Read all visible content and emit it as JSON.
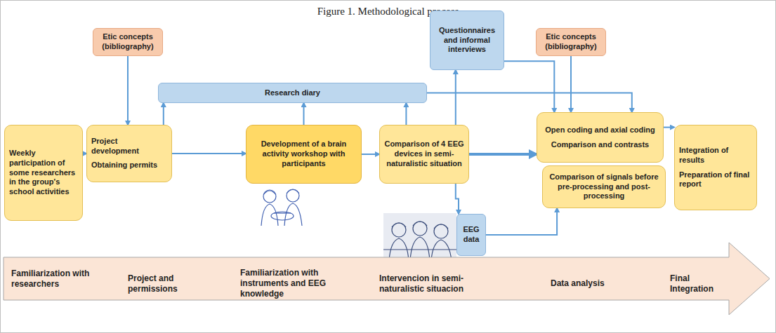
{
  "diagram": {
    "title": "Figure 1. Methodological process",
    "nodes": [
      {
        "text": [
          "Weekly participation of some researchers in the group's school activities"
        ]
      },
      {
        "text": [
          "Etic concepts (bibliography)"
        ]
      },
      {
        "text": [
          "Project development",
          "Obtaining permits"
        ]
      },
      {
        "text": [
          "Research diary"
        ]
      },
      {
        "text": [
          "Questionnaires and informal interviews"
        ]
      },
      {
        "text": [
          "Development of a brain activity workshop with participants"
        ]
      },
      {
        "text": [
          "Comparison of 4 EEG devices in semi-naturalistic situation"
        ]
      },
      {
        "text": [
          "EEG data"
        ]
      },
      {
        "text": [
          "Etic concepts (bibliography)"
        ]
      },
      {
        "text": [
          "Open coding and axial coding",
          "Comparison and contrasts"
        ]
      },
      {
        "text": [
          "Comparison of signals before pre-processing and post-processing"
        ]
      },
      {
        "text": [
          "Integration of results",
          "Preparation of final report"
        ]
      },
      {
        "text": [
          "Familiarization with researchers",
          "Project and permissions",
          "Familiarization with instruments and EEG knowledge",
          "Intervencion in semi-naturalistic situacion",
          "Data analysis",
          "Final Integration"
        ]
      }
    ],
    "edges": [
      {
        "from": 0,
        "to": 2,
        "arrow": "to"
      },
      {
        "from": 1,
        "to": 2,
        "arrow": "to"
      },
      {
        "from": 2,
        "to": 3,
        "arrow": "to"
      },
      {
        "from": 2,
        "to": 5,
        "arrow": "to"
      },
      {
        "from": 5,
        "to": 3,
        "arrow": "to"
      },
      {
        "from": 5,
        "to": 6,
        "arrow": "to"
      },
      {
        "from": 6,
        "to": 3,
        "arrow": "to"
      },
      {
        "from": 6,
        "to": 4,
        "arrow": "to"
      },
      {
        "from": 6,
        "to": 9,
        "arrow": "to"
      },
      {
        "from": 6,
        "to": 7,
        "arrow": "to"
      },
      {
        "from": 7,
        "to": 10,
        "arrow": "to"
      },
      {
        "from": 3,
        "to": 9,
        "arrow": "to"
      },
      {
        "from": 4,
        "to": 9,
        "arrow": "to"
      },
      {
        "from": 8,
        "to": 9,
        "arrow": "to"
      },
      {
        "from": 9,
        "to": 11,
        "arrow": "to"
      }
    ]
  }
}
